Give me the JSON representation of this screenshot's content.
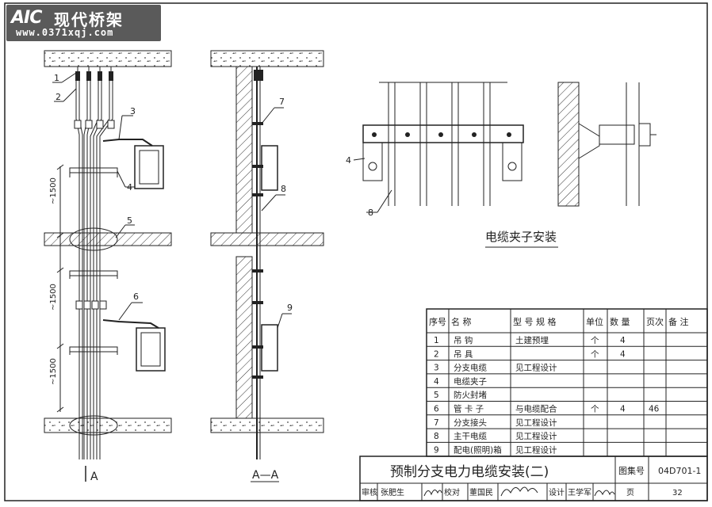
{
  "watermark": {
    "logo": "AIC",
    "name": "现代桥架",
    "url": "www.0371xqj.com"
  },
  "view_left": {
    "label": "A",
    "callouts": [
      "1",
      "2",
      "3",
      "4",
      "5",
      "6"
    ],
    "dimensions": [
      "~1500",
      "~1500",
      "~1500"
    ]
  },
  "view_section": {
    "label": "A—A",
    "callouts": [
      "7",
      "8",
      "9"
    ]
  },
  "detail": {
    "title": "电缆夹子安装",
    "callouts": [
      "4",
      "8"
    ]
  },
  "bom": {
    "headers": [
      "序号",
      "名    称",
      "型 号 规 格",
      "单位",
      "数 量",
      "页次",
      "备    注"
    ],
    "rows": [
      [
        "1",
        "吊    钩",
        "土建预埋",
        "个",
        "4",
        "",
        ""
      ],
      [
        "2",
        "吊    具",
        "",
        "个",
        "4",
        "",
        ""
      ],
      [
        "3",
        "分支电缆",
        "见工程设计",
        "",
        "",
        "",
        ""
      ],
      [
        "4",
        "电缆夹子",
        "",
        "",
        "",
        "",
        ""
      ],
      [
        "5",
        "防火封堵",
        "",
        "",
        "",
        "",
        ""
      ],
      [
        "6",
        "管  卡  子",
        "与电缆配合",
        "个",
        "4",
        "46",
        ""
      ],
      [
        "7",
        "分支接头",
        "见工程设计",
        "",
        "",
        "",
        ""
      ],
      [
        "8",
        "主干电缆",
        "见工程设计",
        "",
        "",
        "",
        ""
      ],
      [
        "9",
        "配电(照明)箱",
        "见工程设计",
        "",
        "",
        "",
        ""
      ]
    ]
  },
  "title_block": {
    "title": "预制分支电力电缆安装(二)",
    "atlas_label": "图集号",
    "atlas_no": "04D701-1",
    "review_label": "审核",
    "reviewer": "张肥生",
    "check_label": "校对",
    "checker": "董国民",
    "design_label": "设计",
    "designer": "王学军",
    "page_label": "页",
    "page_no": "32"
  }
}
